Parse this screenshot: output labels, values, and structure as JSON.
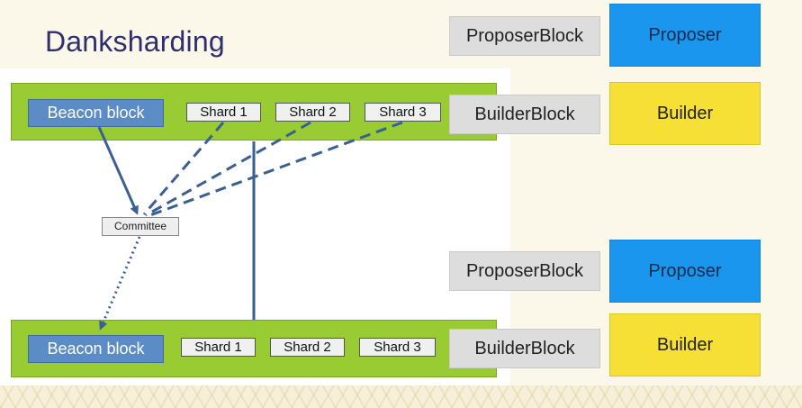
{
  "title": "Danksharding",
  "top_row": {
    "beacon_label": "Beacon block",
    "shards": [
      "Shard 1",
      "Shard 2",
      "Shard 3"
    ]
  },
  "bottom_row": {
    "beacon_label": "Beacon block",
    "shards": [
      "Shard 1",
      "Shard 2",
      "Shard 3"
    ]
  },
  "committee_label": "Committee",
  "right_panel": {
    "group1": {
      "proposer_block": "ProposerBlock",
      "proposer": "Proposer",
      "builder_block": "BuilderBlock",
      "builder": "Builder"
    },
    "group2": {
      "proposer_block": "ProposerBlock",
      "proposer": "Proposer",
      "builder_block": "BuilderBlock",
      "builder": "Builder"
    }
  },
  "colors": {
    "band": "#99cc33",
    "beacon": "#5b8cc5",
    "proposer": "#1a96ee",
    "builder": "#f6e035",
    "edge": "#3a5f93"
  }
}
